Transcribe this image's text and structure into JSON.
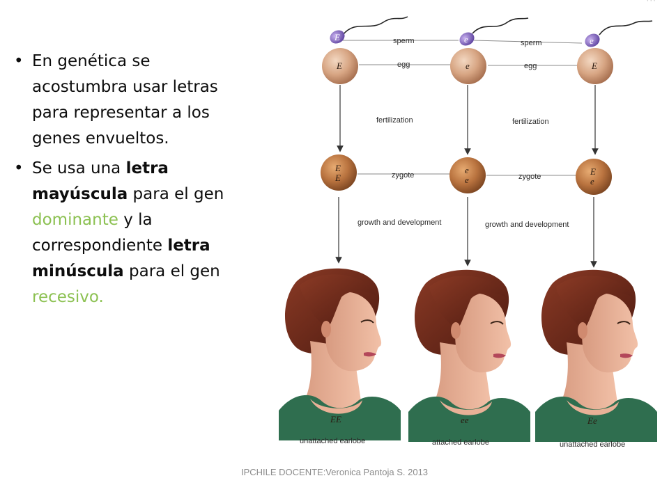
{
  "slide": {
    "bullets": [
      {
        "text": "En genética se acostumbra usar letras para representar a los genes envueltos."
      },
      {
        "p1": "Se usa una ",
        "p2": "letra mayúscula",
        "p3": " para el gen ",
        "p4": "dominante",
        "p5": " y la correspondiente ",
        "p6": "letra minúscula",
        "p7": " para el gen ",
        "p8": "recesivo."
      }
    ],
    "footer": "IPCHILE  DOCENTE:Veronica Pantoja S. 2013",
    "accent_green": "#8cc152"
  },
  "figure": {
    "sperm_label": "sperm",
    "egg_label": "egg",
    "fertilization_label": "fertilization",
    "zygote_label": "zygote",
    "growth_label": "growth and development",
    "columns": [
      {
        "sperm": "E",
        "egg": "E",
        "zygote_top": "E",
        "zygote_bottom": "E",
        "genotype": "EE",
        "phenotype": "unattached earlobe"
      },
      {
        "sperm": "e",
        "egg": "e",
        "zygote_top": "e",
        "zygote_bottom": "e",
        "genotype": "ee",
        "phenotype": "attached earlobe"
      },
      {
        "sperm": "e",
        "egg": "E",
        "zygote_top": "E",
        "zygote_bottom": "e",
        "genotype": "Ee",
        "phenotype": "unattached earlobe"
      }
    ]
  }
}
